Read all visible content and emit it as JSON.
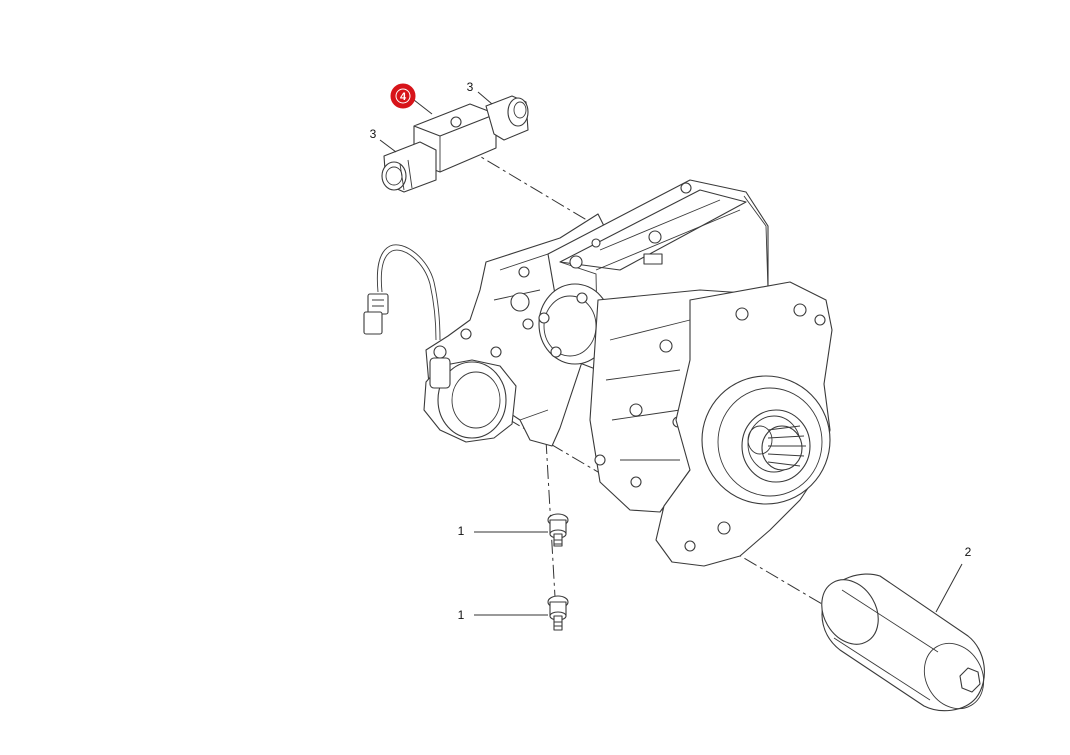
{
  "highlight": {
    "label": "4",
    "color": "#d7141a"
  },
  "callouts": {
    "c1": "1",
    "c2": "2",
    "c3a": "3",
    "c3b": "3"
  }
}
